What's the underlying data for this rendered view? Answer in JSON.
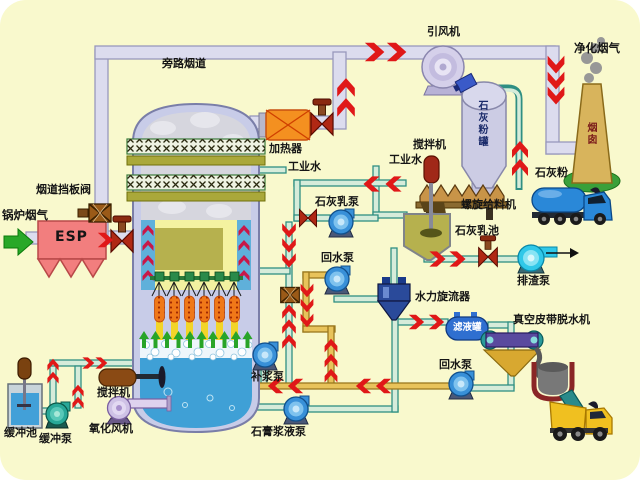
{
  "diagram": {
    "type": "process-flow-diagram",
    "subject": "wet limestone flue gas desulfurization system"
  },
  "labels": {
    "boiler_flue_gas": "锅炉烟气",
    "esp": "ESP",
    "flue_damper_valve": "烟道挡板阀",
    "bypass_flue": "旁路烟道",
    "id_fan": "引风机",
    "clean_flue_gas": "净化烟气",
    "chimney": "烟囱",
    "heater": "加热器",
    "industrial_water_tower": "工业水",
    "industrial_water_pool": "工业水",
    "agitator_pool": "搅拌机",
    "lime_slurry_pump": "石灰乳泵",
    "lime_slurry_pool": "石灰乳池",
    "screw_feeder": "螺旋给料机",
    "lime_powder_tank": "石灰粉罐",
    "lime_powder": "石灰粉",
    "return_water_pump_upper": "回水泵",
    "slag_discharge_pump": "排渣泵",
    "hydrocyclone": "水力旋流器",
    "filtrate_tank": "滤液罐",
    "vacuum_belt_dewaterer": "真空皮带脱水机",
    "return_water_pump_lower": "回水泵",
    "slurry_makeup_pump": "补浆泵",
    "gypsum_slurry_pump": "石膏浆液泵",
    "oxidation_fan": "氧化风机",
    "agitator_tower": "搅拌机",
    "buffer_pool": "缓冲池",
    "buffer_pump": "缓冲泵"
  },
  "colors": {
    "background": "#f9f9cd",
    "flue_pipe": "#dcdcee",
    "slurry_pipe": "#d6ecda",
    "gold_pipe": "#e8c35a",
    "flow_arrow_red": "#e01818",
    "inlet_arrow_green": "#28a828",
    "esp_body": "#f27e7e",
    "heater_body": "#f49020",
    "tower_shell": "#c8cce8",
    "tower_liquid": "#3fa0d6",
    "lime_slurry": "#b6b14e",
    "chimney_body": "#d8b45c"
  }
}
